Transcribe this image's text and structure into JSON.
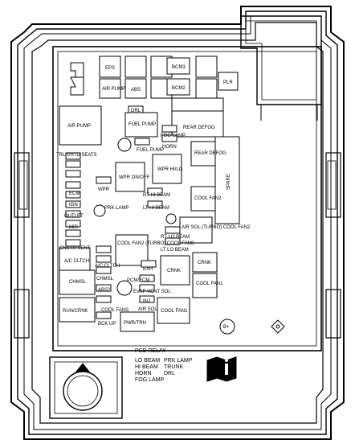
{
  "diagram": {
    "labels": {
      "eps": "EPS",
      "bcm3": "BCM3",
      "air_pump_relay": "AIR PUMP",
      "abs": "ABS",
      "bcm2": "BCM2",
      "plr": "PLR",
      "drl": "DRL",
      "air_pump_fuse": "AIR PUMP",
      "fuel_pump": "FUEL PUMP",
      "rear_defog": "REAR DEFOG",
      "fog_lamp_top": "FOG LAMP",
      "fuel_pump_small": "FUEL PUMP",
      "horn_top": "HORN",
      "trlr_htd_seats": "TRLR/HTD SEATS",
      "rear_defog_small": "REAR DEFOG",
      "spare": "SPARE",
      "wpr_on_off": "WPR ON/OFF",
      "wpr_hi_lo": "WPR HI/LO",
      "wpr": "WPR",
      "rt_hi_beam": "RT HI BEAM",
      "lt_hi_beam": "LT HI BEAM",
      "ecm": "ECM",
      "cool_fan2_right": "COOL FAN2",
      "ignition": "IGN",
      "outlet": "OUTLET",
      "prk_lamp": "PRK LAMP",
      "mir": "MIR",
      "air_sol": "AIR SOL (TURBO) COOL FAN2",
      "rt_lo_beam": "RT LO BEAM",
      "cool_fan2_turbo": "COOL FAN2 (TURBO) COOL FANS",
      "lt_lo_beam": "LT LO BEAM",
      "cnstr_vent": "CNSTR VENT",
      "ac_clutch_relay": "A/C CLTCH",
      "ac_clutch_fuse": "A/C CLTCH",
      "exh": "EXH",
      "crnk_relay": "CRNK",
      "crnk_fuse": "CRNK",
      "chmsl_relay": "CHMSL",
      "chmsl_fuse": "CHMSL",
      "pcm_ecm": "PCM/ECM",
      "evap_vent_sol": "EVAP VENT SOL",
      "abs2": "ABS2",
      "cool_fan1_right": "COOL FAN1",
      "inj": "INJ",
      "run_crnk": "RUN/CRNK",
      "cool_fans": "COOL FANS",
      "air_sol_small": "AIR SOL",
      "cool_fan1_relay": "COOL FAN1",
      "bck_up": "BCK UP",
      "pwr_trn": "PWR/TRN",
      "b_plus": "B+",
      "pcb_relay": "PCB RELAY",
      "lo_beam": "LO BEAM",
      "hi_beam": "HI BEAM",
      "horn": "HORN",
      "fog_lamp": "FOG LAMP",
      "prk_lamp_legend": "PRK LAMP",
      "trunk": "TRUNK",
      "drl_legend": "DRL"
    }
  }
}
